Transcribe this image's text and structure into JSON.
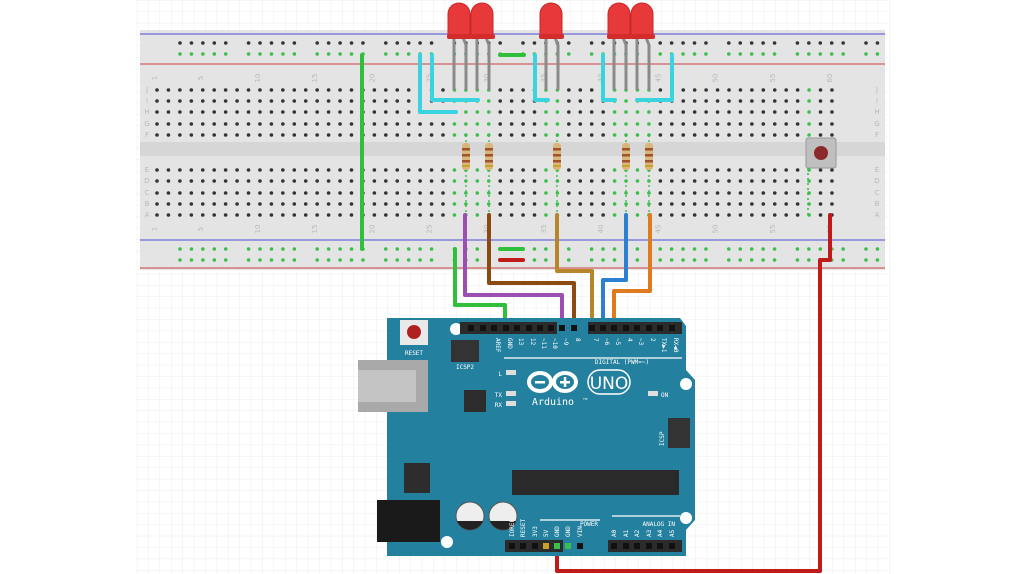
{
  "breadboard": {
    "column_numbers": [
      "1",
      "5",
      "10",
      "15",
      "20",
      "25",
      "30",
      "35",
      "40",
      "45",
      "50",
      "55",
      "60"
    ],
    "rows_top": [
      "J",
      "I",
      "H",
      "G",
      "F"
    ],
    "rows_bottom": [
      "E",
      "D",
      "C",
      "B",
      "A"
    ]
  },
  "arduino": {
    "reset_label": "RESET",
    "icsp2_label": "ICSP2",
    "icsp_label": "ICSP",
    "digital_label": "DIGITAL (PWM=~)",
    "digital_pins": [
      "AREF",
      "GND",
      "13",
      "12",
      "~11",
      "~10",
      "~9",
      "8",
      "7",
      "~6",
      "~5",
      "4",
      "~3",
      "2",
      "TX▶1",
      "RX◀0"
    ],
    "led_l": "L",
    "led_tx": "TX",
    "led_rx": "RX",
    "on_label": "ON",
    "brand": "Arduino",
    "trademark": "TM",
    "model": "UNO",
    "power_label": "POWER",
    "power_pins": [
      "IOREF",
      "RESET",
      "3V3",
      "5V",
      "GND",
      "GND",
      "VIN"
    ],
    "analog_label": "ANALOG IN",
    "analog_pins": [
      "A0",
      "A1",
      "A2",
      "A3",
      "A4",
      "A5"
    ]
  },
  "colors": {
    "board": "#24809f",
    "breadboard": "#e4e4e4",
    "led": "#e8393a",
    "wire_cyan": "#3ad4e0",
    "wire_green": "#2fbf3a",
    "wire_red": "#c11a1a",
    "wire_purple": "#9c4fb0",
    "wire_brown": "#8a4a12",
    "wire_ochre": "#b8862a",
    "wire_blue": "#2d7fd0",
    "wire_orange": "#e07a1e"
  }
}
